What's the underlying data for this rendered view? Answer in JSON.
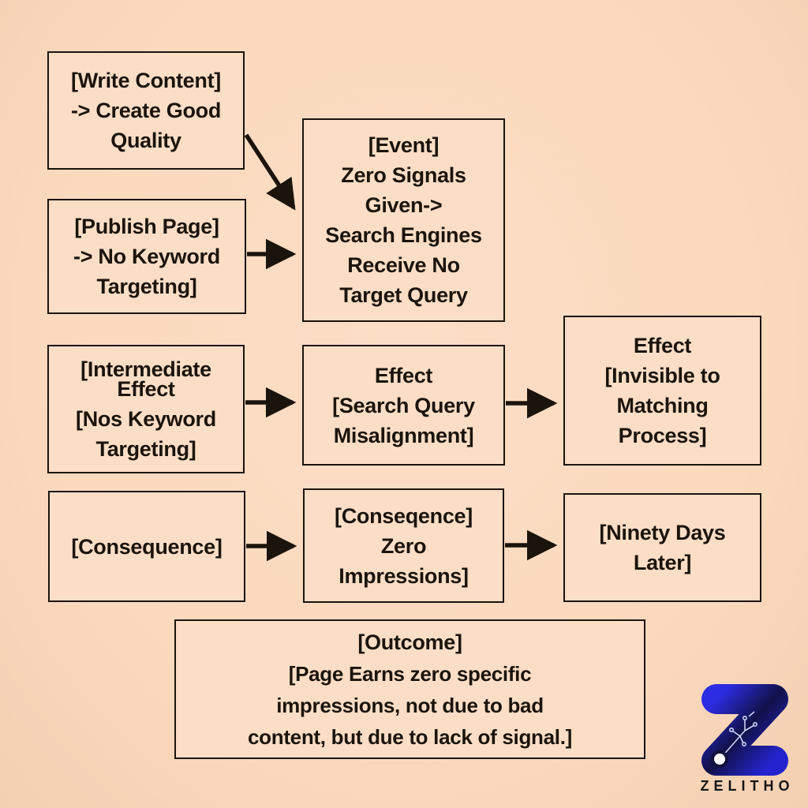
{
  "canvas": {
    "bg": "#fbd9bd",
    "box_fill": "#fcdec6",
    "ink": "#1b140d"
  },
  "boxes": [
    {
      "name": "write-content",
      "lines": [
        "[Write Content]",
        "-> Create Good",
        "Quality"
      ]
    },
    {
      "name": "publish-page",
      "lines": [
        "[Publish Page]",
        "-> No Keyword",
        "Targeting]"
      ]
    },
    {
      "name": "event-zero-signals",
      "lines": [
        "[Event]",
        "Zero Signals",
        "Given->",
        "Search Engines",
        "Receive No",
        "Target Query"
      ]
    },
    {
      "name": "intermediate-effect",
      "lines": [
        "[Intermediate",
        "Effect",
        "[Nos Keyword",
        "Targeting]"
      ]
    },
    {
      "name": "effect-search-query",
      "lines": [
        "Effect",
        "[Search Query",
        "Misalignment]"
      ]
    },
    {
      "name": "effect-invisible",
      "lines": [
        "Effect",
        "[Invisible to",
        "Matching",
        "Process]"
      ]
    },
    {
      "name": "consequence",
      "lines": [
        "[Consequence]"
      ]
    },
    {
      "name": "consequence-zero",
      "lines": [
        "[Conseqence]",
        "Zero",
        "Impressions]"
      ]
    },
    {
      "name": "ninety-days-later",
      "lines": [
        "[Ninety Days",
        "Later]"
      ]
    },
    {
      "name": "outcome",
      "lines": [
        "[Outcome]",
        "[Page Earns zero specific",
        "impressions, not due to bad",
        "content, but due to lack of signal.]"
      ]
    }
  ],
  "logo": {
    "brand": "ZELITHO",
    "z_bright": "#2c2ce2",
    "z_dark": "#111148",
    "z_mid": "#2424cf",
    "circuit": "#c9d3f5",
    "dot_fill": "#ffffff",
    "dot_ring": "#10103e"
  }
}
